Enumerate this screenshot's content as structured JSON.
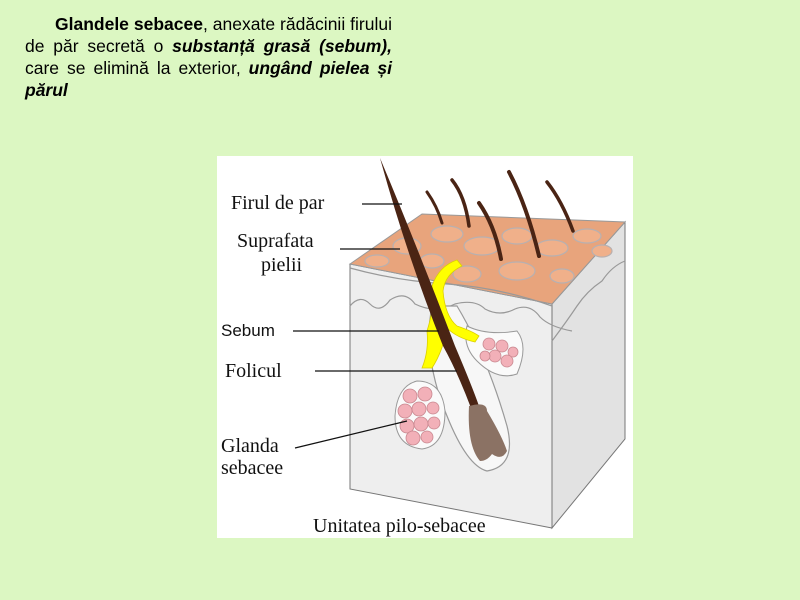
{
  "paragraph": {
    "part1_bold": "Glandele sebacee",
    "part2": ", anexate rădăcinii firului de păr secretă o ",
    "part3_bold_italic": "substanță grasă (sebum),",
    "part4": " care se elimină la exterior, ",
    "part5_bold_italic": "ungând pielea și părul"
  },
  "figure": {
    "labels": {
      "hair": "Firul de par",
      "surface_line1": "Suprafata",
      "surface_line2": "pielii",
      "sebum": "Sebum",
      "follicle": "Folicul",
      "gland_line1": "Glanda",
      "gland_line2": "sebacee"
    },
    "caption": "Unitatea pilo-sebacee",
    "colors": {
      "skin_surface": "#e8a47c",
      "sebum": "#ffff00",
      "hair": "#4a2414",
      "gland_cells": "#f2b0b8",
      "tissue": "#ececec"
    }
  }
}
